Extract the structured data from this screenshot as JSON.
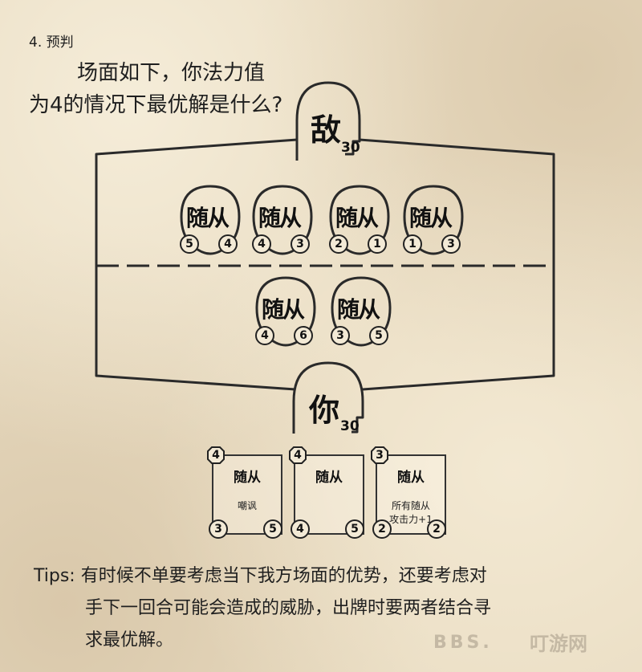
{
  "question": {
    "number": "4. 预判",
    "line1": "场面如下，你法力值",
    "line2": "为4的情况下最优解是什么?"
  },
  "enemy_hero": {
    "label": "敌",
    "health": "30"
  },
  "player_hero": {
    "label": "你",
    "health": "30"
  },
  "enemy_minions": [
    {
      "label": "随从",
      "attack": "5",
      "health": "4"
    },
    {
      "label": "随从",
      "attack": "4",
      "health": "3"
    },
    {
      "label": "随从",
      "attack": "2",
      "health": "1"
    },
    {
      "label": "随从",
      "attack": "1",
      "health": "3"
    }
  ],
  "player_minions": [
    {
      "label": "随从",
      "attack": "4",
      "health": "6"
    },
    {
      "label": "随从",
      "attack": "3",
      "health": "5"
    }
  ],
  "hand_cards": [
    {
      "cost": "4",
      "name": "随从",
      "text": "嘲讽",
      "attack": "3",
      "health": "5"
    },
    {
      "cost": "4",
      "name": "随从",
      "text": "",
      "attack": "4",
      "health": "5"
    },
    {
      "cost": "3",
      "name": "随从",
      "text": "所有随从\n攻击力+1",
      "attack": "2",
      "health": "2"
    }
  ],
  "tips": {
    "line1": "Tips: 有时候不单要考虑当下我方场面的优势，还要考虑对",
    "line2": "手下一回合可能会造成的威胁，出牌时要两者结合寻",
    "line3": "求最优解。"
  },
  "watermark": {
    "text": "BBS.",
    "logo": "叮游网"
  }
}
